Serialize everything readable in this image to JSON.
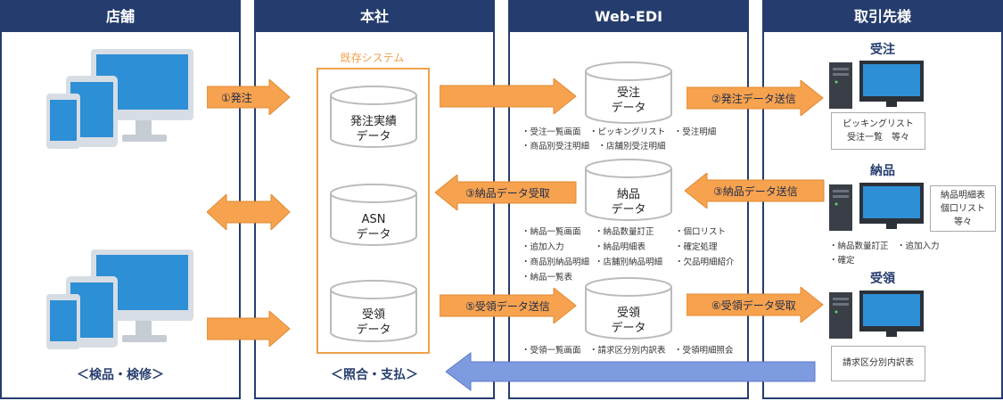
{
  "columns": {
    "store": "店舗",
    "hq": "本社",
    "edi": "Web-EDI",
    "supplier": "取引先様"
  },
  "hq_system_label": "既存システム",
  "hq_cylinders": {
    "order_record": [
      "発注実績",
      "データ"
    ],
    "asn": [
      "ASN",
      "データ"
    ],
    "receipt": [
      "受領",
      "データ"
    ]
  },
  "edi_cylinders": {
    "order": [
      "受注",
      "データ"
    ],
    "delivery": [
      "納品",
      "データ"
    ],
    "receipt": [
      "受領",
      "データ"
    ]
  },
  "arrows": {
    "a1": "①発注",
    "a2": "②発注データ送信",
    "a3_left": "③納品データ受取",
    "a3_right": "③納品データ送信",
    "a5": "⑤受領データ送信",
    "a6": "⑥受領データ受取"
  },
  "edi_notes": {
    "order_line1": "・受注一覧画面　・ピッキングリスト　・受注明細",
    "order_line2": "・商品別受注明細　・店舗別受注明細",
    "del_c1": [
      "・納品一覧画面",
      "・追加入力",
      "・商品別納品明細",
      "・納品一覧表"
    ],
    "del_c2": [
      "・納品数量訂正",
      "・納品明細表",
      "・店舗別納品明細"
    ],
    "del_c3": [
      "・個口リスト",
      "・確定処理",
      "・欠品明細紹介"
    ],
    "receipt_line": "・受領一覧画面　・請求区分別内訳表　・受領明細照会"
  },
  "supplier": {
    "order_title": "受注",
    "order_box": [
      "ピッキングリスト",
      "受注一覧　等々"
    ],
    "delivery_title": "納品",
    "delivery_box": [
      "納品明細表",
      "個口リスト",
      "等々"
    ],
    "delivery_notes": [
      "・納品数量訂正　・追加入力",
      "・確定"
    ],
    "receipt_title": "受領",
    "receipt_box": "請求区分別内訳表"
  },
  "store_bottom": "＜検品・検修＞",
  "hq_bottom": "＜照合・支払＞",
  "colors": {
    "navy": "#253d6e",
    "orange": "#f6a24e",
    "blue_arrow": "#7f9be0",
    "monitor": "#2d8fd5"
  }
}
